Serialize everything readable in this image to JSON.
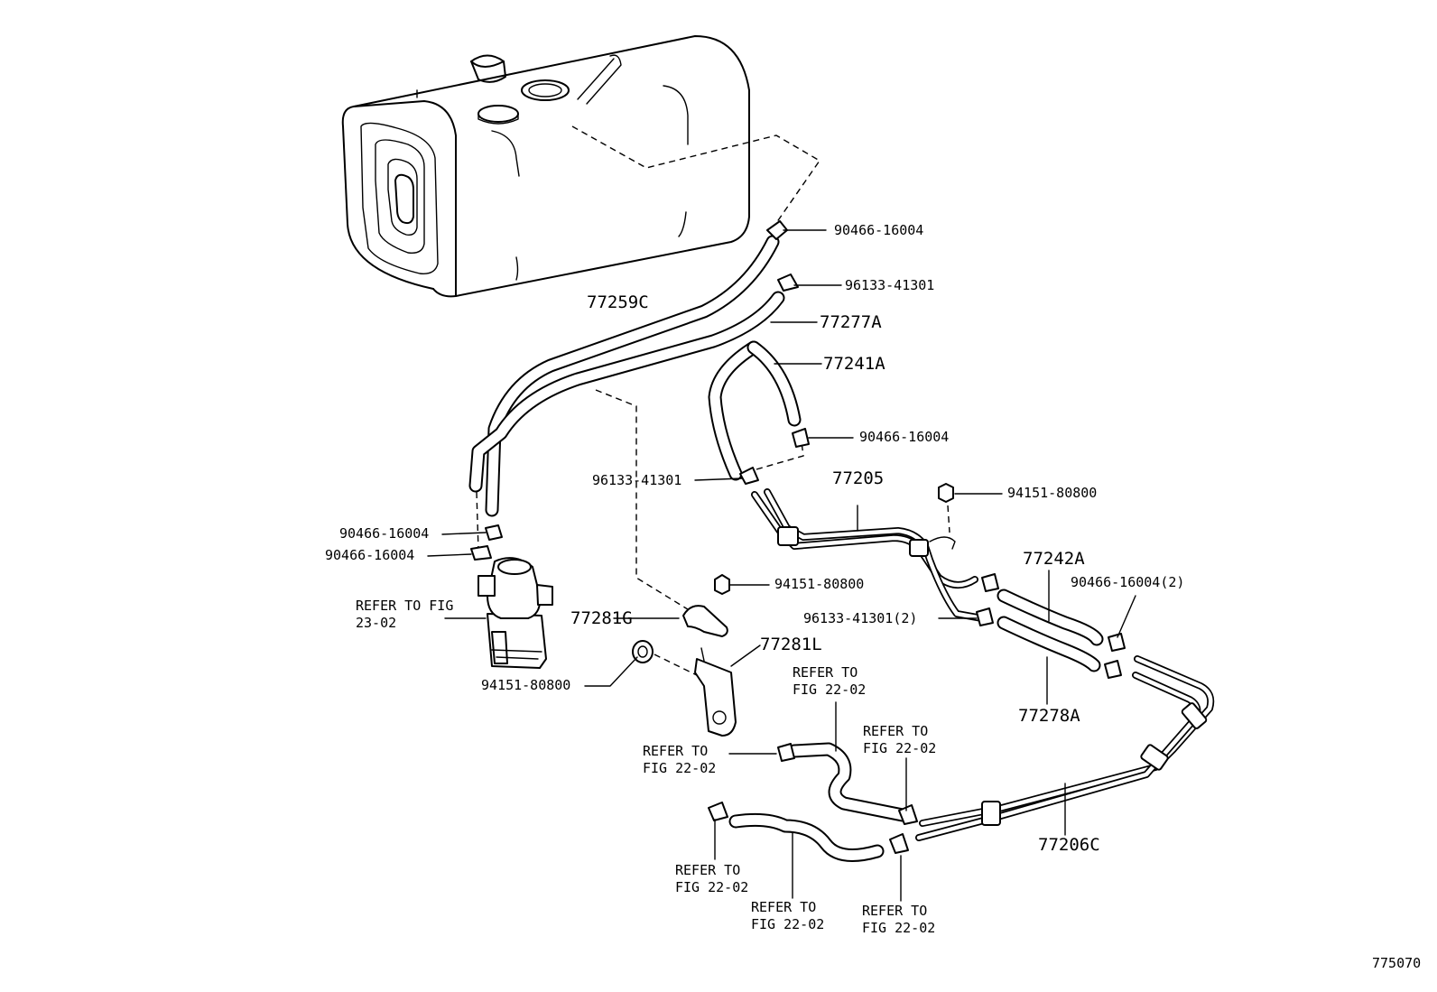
{
  "labels": {
    "p77259C": "77259C",
    "p77277A": "77277A",
    "p77241A": "77241A",
    "p77205": "77205",
    "p77242A": "77242A",
    "p77278A": "77278A",
    "p77206C": "77206C",
    "p77281G": "77281G",
    "p77281L": "77281L",
    "clamp_90466_top": "90466-16004",
    "clamp_96133_top": "96133-41301",
    "clamp_90466_mid": "90466-16004",
    "clamp_96133_mid": "96133-41301",
    "clamp_90466_left1": "90466-16004",
    "clamp_90466_left2": "90466-16004",
    "nut_94151_right": "94151-80800",
    "nut_94151_mid": "94151-80800",
    "nut_94151_bottom": "94151-80800",
    "clamp_90466_x2": "90466-16004(2)",
    "clamp_96133_x2": "96133-41301(2)",
    "ref_fig_23_02": "REFER TO FIG 23-02",
    "ref_22_02_a": "REFER TO FIG 22-02",
    "ref_22_02_b": "REFER TO FIG 22-02",
    "ref_22_02_c": "REFER TO FIG 22-02",
    "ref_22_02_d": "REFER TO FIG 22-02",
    "ref_22_02_e": "REFER TO FIG 22-02",
    "ref_22_02_f": "REFER TO FIG 22-02",
    "diagram_id": "775070"
  }
}
